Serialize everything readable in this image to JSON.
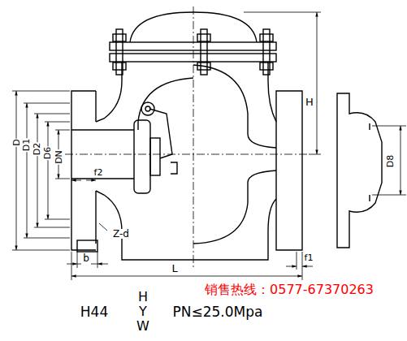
{
  "diagram": {
    "labels": [
      "H",
      "D",
      "D1",
      "D2",
      "D6",
      "DN",
      "f2",
      "D8",
      "Z-d",
      "b",
      "L",
      "f1",
      "销售热线：0577-67370263",
      "H",
      "H44",
      "Y",
      "PN≤25.0Mpa",
      "W"
    ]
  }
}
